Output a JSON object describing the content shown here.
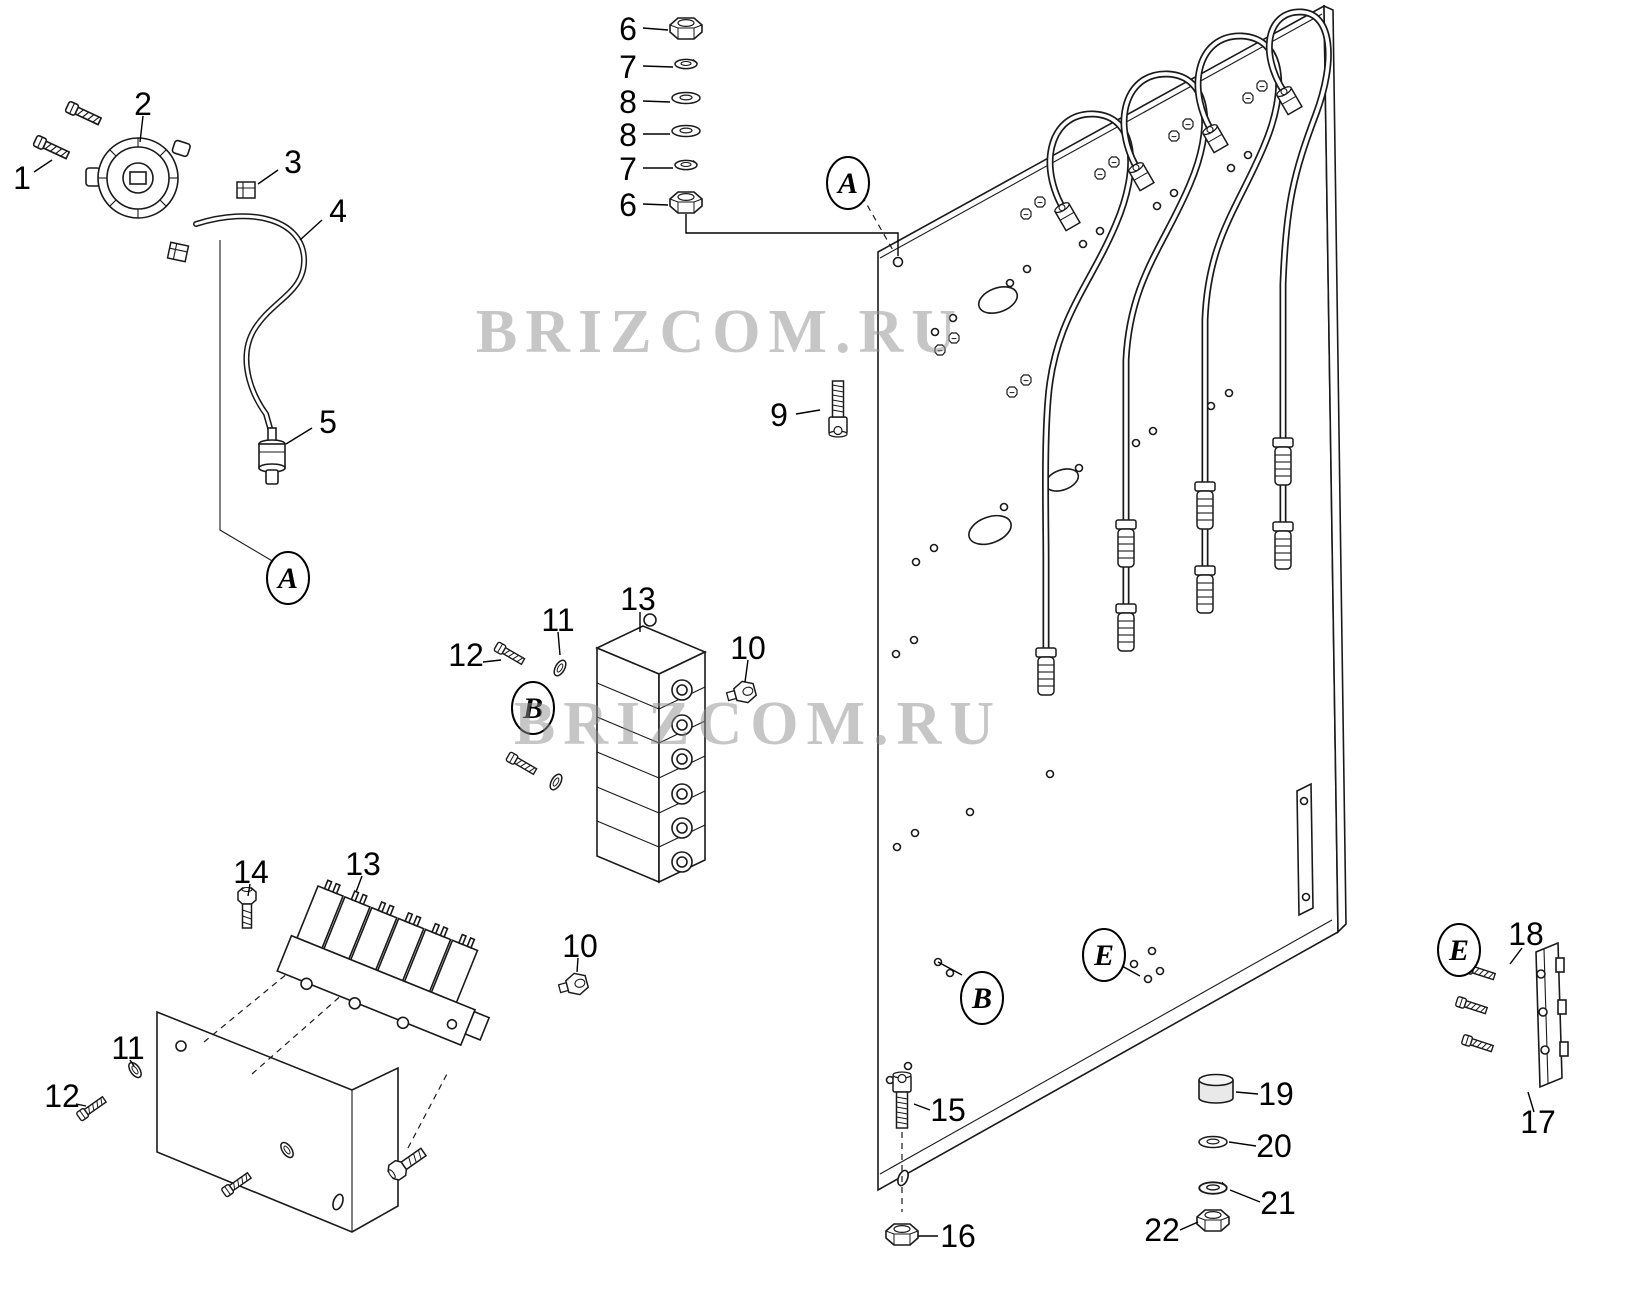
{
  "diagram": {
    "watermark": "BRIZCOM.RU",
    "callouts": {
      "n1": "1",
      "n2": "2",
      "n3": "3",
      "n4": "4",
      "n5": "5",
      "n6_top": "6",
      "n7_top": "7",
      "n8_top": "8",
      "n8_bottom": "8",
      "n7_bottom": "7",
      "n6_bottom": "6",
      "n9": "9",
      "n10_upper": "10",
      "n11_upper": "11",
      "n12_upper": "12",
      "n13_upper": "13",
      "n10_lower": "10",
      "n11_lower": "11",
      "n12_lower": "12",
      "n13_lower": "13",
      "n14": "14",
      "n15": "15",
      "n16": "16",
      "n17": "17",
      "n18": "18",
      "n19": "19",
      "n20": "20",
      "n21": "21",
      "n22": "22"
    },
    "view_labels": {
      "a_left": "A",
      "a_panel": "A",
      "b_block": "B",
      "b_panel": "B",
      "e_panel": "E",
      "e_bracket": "E"
    }
  }
}
